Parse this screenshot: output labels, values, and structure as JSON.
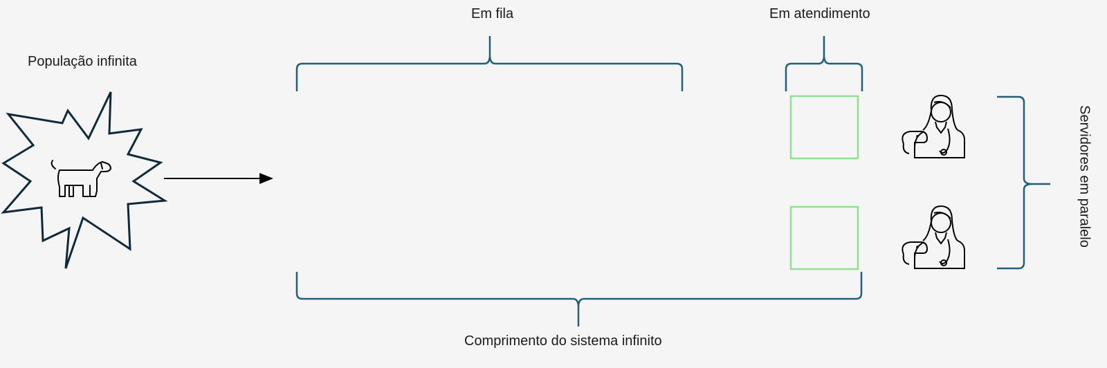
{
  "labels": {
    "population": "População infinita",
    "queue": "Em fila",
    "in_service": "Em atendimento",
    "servers": "Servidores em paralelo",
    "system_length": "Comprimento do sistema infinito"
  },
  "icons": {
    "source": "dog-icon",
    "servers": "veterinarian-with-dog-icon"
  },
  "colors": {
    "background": "#f5f5f5",
    "bracket": "#1f5f7a",
    "service_box": "#90e090",
    "outline": "#0f2a3a",
    "text": "#1a1a1a"
  }
}
